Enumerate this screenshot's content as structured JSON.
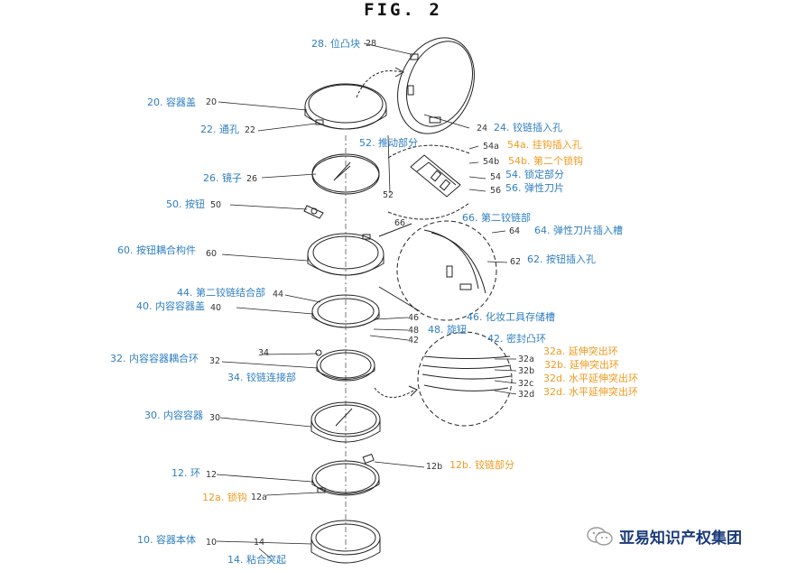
{
  "figure_title": "FIG. 2",
  "labels": [
    {
      "id": "28",
      "text": "28. 位凸块",
      "color": "blue"
    },
    {
      "id": "20",
      "text": "20. 容器盖",
      "color": "blue"
    },
    {
      "id": "22",
      "text": "22. 通孔",
      "color": "blue"
    },
    {
      "id": "24",
      "text": "24. 铰链插入孔",
      "color": "blue"
    },
    {
      "id": "52",
      "text": "52. 推动部分",
      "color": "blue"
    },
    {
      "id": "54a",
      "text": "54a. 挂钩插入孔",
      "color": "orange"
    },
    {
      "id": "54b",
      "text": "54b. 第二个锁钩",
      "color": "orange"
    },
    {
      "id": "54",
      "text": "54. 锁定部分",
      "color": "blue"
    },
    {
      "id": "56",
      "text": "56. 弹性刀片",
      "color": "blue"
    },
    {
      "id": "26",
      "text": "26. 镜子",
      "color": "blue"
    },
    {
      "id": "50",
      "text": "50. 按钮",
      "color": "blue"
    },
    {
      "id": "66",
      "text": "66. 第二铰链部",
      "color": "blue"
    },
    {
      "id": "64",
      "text": "64. 弹性刀片插入槽",
      "color": "blue"
    },
    {
      "id": "60",
      "text": "60. 按钮耦合构件",
      "color": "blue"
    },
    {
      "id": "62",
      "text": "62. 按钮插入孔",
      "color": "blue"
    },
    {
      "id": "44",
      "text": "44. 第二铰链结合部",
      "color": "blue"
    },
    {
      "id": "40",
      "text": "40. 内容容器盖",
      "color": "blue"
    },
    {
      "id": "46",
      "text": "46. 化妆工具存储槽",
      "color": "blue"
    },
    {
      "id": "48",
      "text": "48. 旋钮",
      "color": "blue"
    },
    {
      "id": "42",
      "text": "42. 密封凸环",
      "color": "blue"
    },
    {
      "id": "32",
      "text": "32. 内容容器耦合环",
      "color": "blue"
    },
    {
      "id": "32a",
      "text": "32a. 延伸突出环",
      "color": "orange"
    },
    {
      "id": "32b",
      "text": "32b. 延伸突出环",
      "color": "orange"
    },
    {
      "id": "32d1",
      "text": "32d. 水平延伸突出环",
      "color": "orange"
    },
    {
      "id": "32d2",
      "text": "32d. 水平延伸突出环",
      "color": "orange"
    },
    {
      "id": "34",
      "text": "34. 铰链连接部",
      "color": "blue"
    },
    {
      "id": "30",
      "text": "30. 内容容器",
      "color": "blue"
    },
    {
      "id": "12",
      "text": "12. 环",
      "color": "blue"
    },
    {
      "id": "12b",
      "text": "12b. 铰链部分",
      "color": "orange"
    },
    {
      "id": "12a",
      "text": "12a. 锁钩",
      "color": "orange"
    },
    {
      "id": "10",
      "text": "10. 容器本体",
      "color": "blue"
    },
    {
      "id": "14",
      "text": "14. 粘合突起",
      "color": "blue"
    }
  ],
  "ref_numbers": {
    "n28": "28",
    "n20": "20",
    "n22": "22",
    "n24": "24",
    "n54a": "54a",
    "n54b": "54b",
    "n54": "54",
    "n56": "56",
    "n52": "52",
    "n26": "26",
    "n50": "50",
    "n66": "66",
    "n64": "64",
    "n60": "60",
    "n62": "62",
    "n44": "44",
    "n40": "40",
    "n46": "46",
    "n48": "48",
    "n42": "42",
    "n34": "34",
    "n32": "32",
    "n32a": "32a",
    "n32b": "32b",
    "n32c": "32c",
    "n32d": "32d",
    "n30": "30",
    "n12": "12",
    "n12b": "12b",
    "n12a": "12a",
    "n10": "10",
    "n14": "14"
  },
  "watermark": {
    "icon": "wechat-icon",
    "text": "亚易知识产权集团"
  }
}
